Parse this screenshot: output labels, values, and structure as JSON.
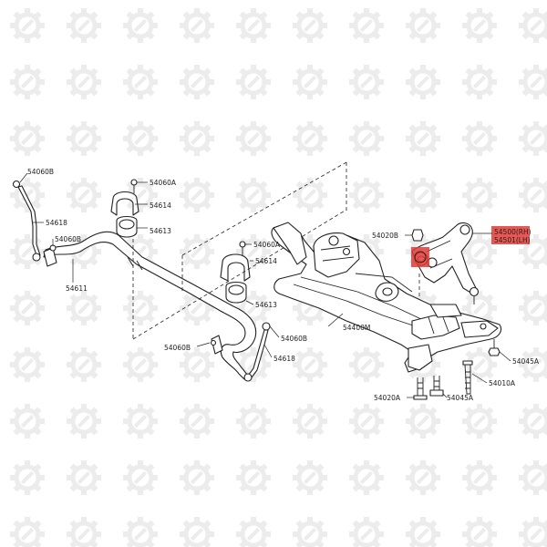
{
  "parts": {
    "p54060B_tl": "54060B",
    "p54618_l": "54618",
    "p54060B_l2": "54060B",
    "p54611": "54611",
    "p54060A_1": "54060A",
    "p54614_1": "54614",
    "p54613_1": "54613",
    "p54060A_2": "54060A",
    "p54614_2": "54614",
    "p54613_2": "54613",
    "p54060B_b": "54060B",
    "p54060B_r": "54060B",
    "p54618_r": "54618",
    "p54400M": "54400M",
    "p54020B_t": "54020B",
    "p54500RH": "54500(RH)",
    "p54501LH": "54501(LH)",
    "p54045A_r": "54045A",
    "p54010A": "54010A",
    "p54020A": "54020A",
    "p54045A_b": "54045A"
  },
  "colors": {
    "highlight": "#e53935",
    "line": "#222222",
    "watermark": "#ececec"
  },
  "icons": {
    "watermark": "gear-wrench-icon"
  }
}
